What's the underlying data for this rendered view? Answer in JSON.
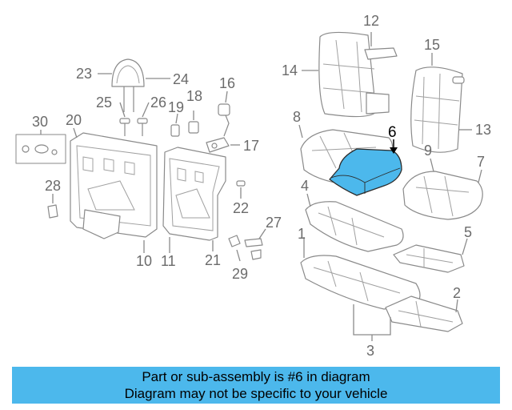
{
  "diagram": {
    "callouts": {
      "c1": "1",
      "c2": "2",
      "c3": "3",
      "c4": "4",
      "c5": "5",
      "c6": "6",
      "c7": "7",
      "c8": "8",
      "c9": "9",
      "c10": "10",
      "c11": "11",
      "c12": "12",
      "c13": "13",
      "c14": "14",
      "c15": "15",
      "c16": "16",
      "c17": "17",
      "c18": "18",
      "c19": "19",
      "c20": "20",
      "c21": "21",
      "c22": "22",
      "c23": "23",
      "c24": "24",
      "c25": "25",
      "c26": "26",
      "c27": "27",
      "c28": "28",
      "c29": "29",
      "c30": "30"
    },
    "highlight_color": "#4cb8ec"
  },
  "banner": {
    "line1": "Part or sub-assembly is #6 in diagram",
    "line2": "Diagram may not be specific to your vehicle",
    "background": "#4cb8ec"
  }
}
